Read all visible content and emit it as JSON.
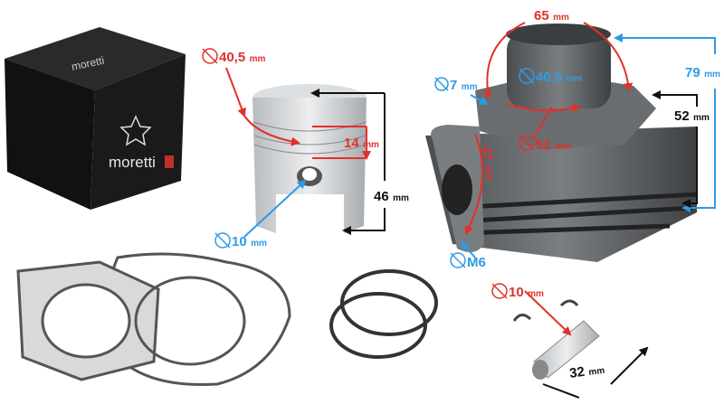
{
  "brand": {
    "logo_text": "moretti"
  },
  "colors": {
    "red": "#e0312b",
    "blue": "#2d9be6",
    "black": "#111111"
  },
  "labels": {
    "piston_diameter": {
      "value": "40,5",
      "unit": "mm",
      "diameter": true
    },
    "ring_zone": {
      "value": "14",
      "unit": "mm"
    },
    "piston_height": {
      "value": "46",
      "unit": "mm"
    },
    "pin_bore": {
      "value": "10",
      "unit": "mm",
      "diameter": true
    },
    "stud_spacing": {
      "value": "65",
      "unit": "mm"
    },
    "cylinder_height": {
      "value": "79",
      "unit": "mm"
    },
    "stud_hole": {
      "value": "7",
      "unit": "mm",
      "diameter": true
    },
    "bore": {
      "value": "40,5",
      "unit": "mm",
      "diameter": true
    },
    "fin_height": {
      "value": "52",
      "unit": "mm"
    },
    "head_diameter": {
      "value": "51",
      "unit": "mm",
      "diameter": true
    },
    "exhaust_spacing": {
      "value": "47",
      "unit": "mm"
    },
    "exhaust_thread": {
      "value": "M6",
      "unit": "",
      "diameter": true
    },
    "pin_diameter": {
      "value": "10",
      "unit": "mm",
      "diameter": true
    },
    "pin_length": {
      "value": "32",
      "unit": "mm"
    }
  }
}
